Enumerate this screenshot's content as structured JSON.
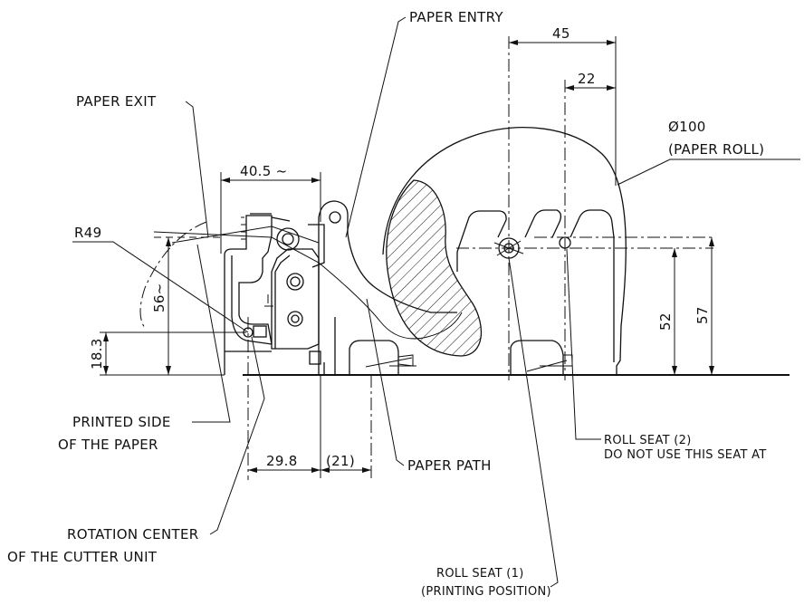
{
  "labels": {
    "paper_entry": "PAPER ENTRY",
    "paper_exit": "PAPER EXIT",
    "paper_roll_dia": "Ø100",
    "paper_roll": "(PAPER ROLL)",
    "r49": "R49",
    "printed_side_1": "PRINTED SIDE",
    "printed_side_2": "OF THE PAPER",
    "paper_path": "PAPER PATH",
    "rotation_center_1": "ROTATION CENTER",
    "rotation_center_2": "OF THE CUTTER UNIT",
    "roll_seat_1_a": "ROLL SEAT (1)",
    "roll_seat_1_b": "(PRINTING POSITION)",
    "roll_seat_2_a": "ROLL SEAT (2)",
    "roll_seat_2_b": "DO NOT USE THIS SEAT AT"
  },
  "dimensions": {
    "d45": "45",
    "d22": "22",
    "d40_5": "40.5 ~",
    "d56": "56~",
    "d18_3": "18.3",
    "d52": "52",
    "d57": "57",
    "d29_8": "29.8",
    "d21": "(21)"
  },
  "colors": {
    "ink": "#111111",
    "background": "#ffffff"
  }
}
